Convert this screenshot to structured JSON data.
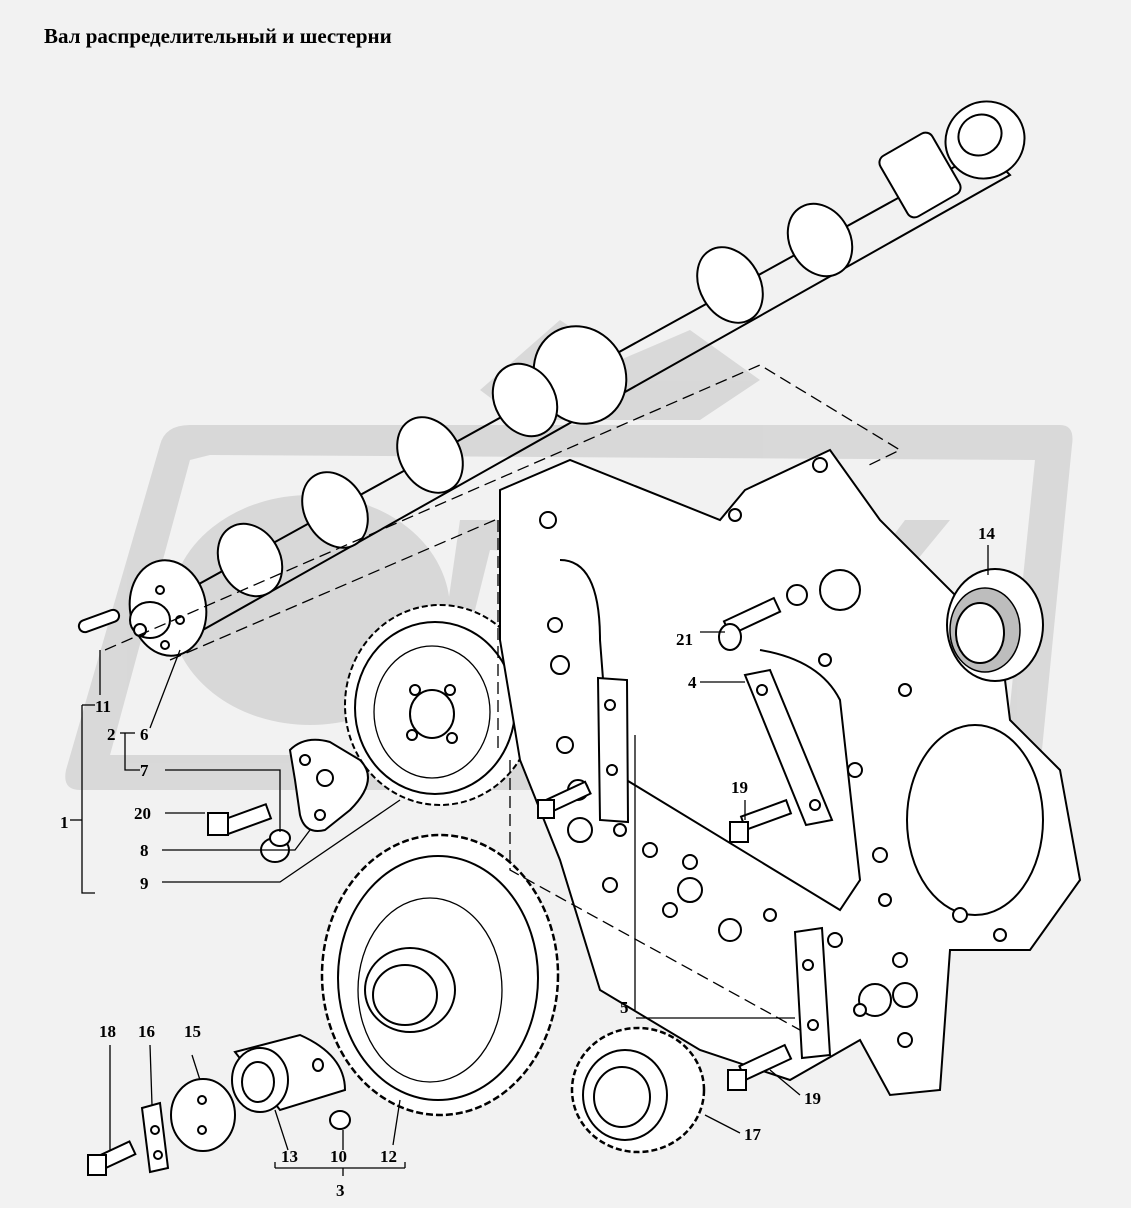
{
  "title": "Вал распределительный и шестерни",
  "watermark": {
    "text": "ОВЕХ",
    "color": "#d6d6d6"
  },
  "callouts": [
    {
      "id": "c1",
      "text": "1"
    },
    {
      "id": "c2",
      "text": "2"
    },
    {
      "id": "c3",
      "text": "3"
    },
    {
      "id": "c4",
      "text": "4"
    },
    {
      "id": "c5",
      "text": "5"
    },
    {
      "id": "c6",
      "text": "6"
    },
    {
      "id": "c7",
      "text": "7"
    },
    {
      "id": "c8",
      "text": "8"
    },
    {
      "id": "c9",
      "text": "9"
    },
    {
      "id": "c10",
      "text": "10"
    },
    {
      "id": "c11",
      "text": "11"
    },
    {
      "id": "c12",
      "text": "12"
    },
    {
      "id": "c13",
      "text": "13"
    },
    {
      "id": "c14",
      "text": "14"
    },
    {
      "id": "c15",
      "text": "15"
    },
    {
      "id": "c16",
      "text": "16"
    },
    {
      "id": "c17",
      "text": "17"
    },
    {
      "id": "c18",
      "text": "18"
    },
    {
      "id": "c19a",
      "text": "19"
    },
    {
      "id": "c19b",
      "text": "19"
    },
    {
      "id": "c20",
      "text": "20"
    },
    {
      "id": "c21",
      "text": "21"
    }
  ]
}
